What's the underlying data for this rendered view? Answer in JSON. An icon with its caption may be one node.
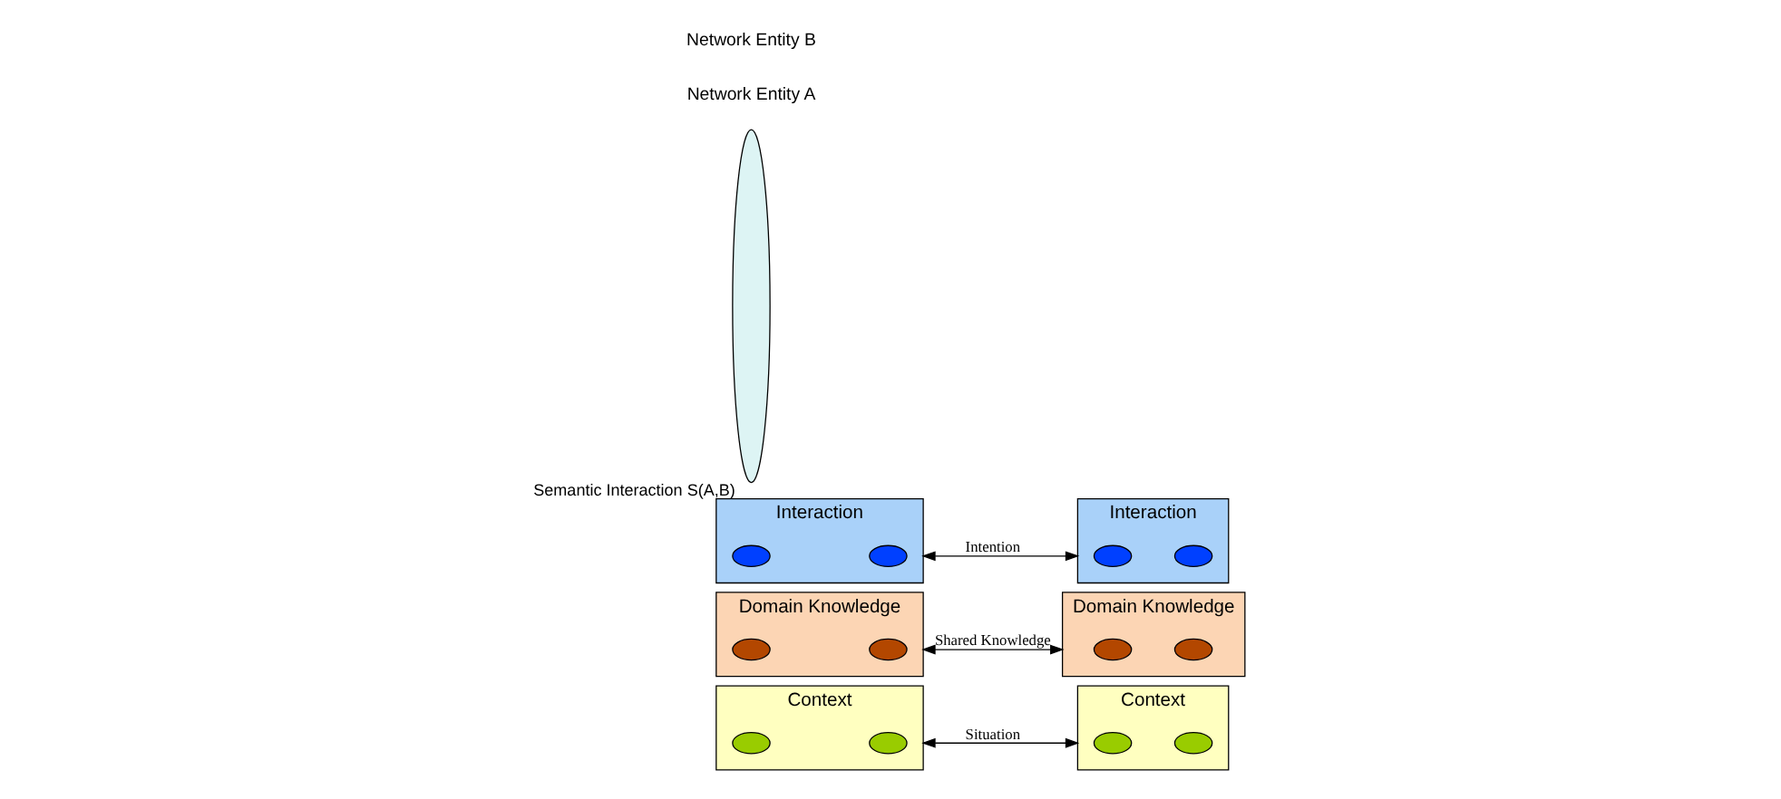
{
  "diagram": {
    "nodes": [
      {
        "text": [
          "Context"
        ]
      },
      {
        "text": [],
        "shape": "ellipse",
        "in": 0
      },
      {
        "text": [],
        "shape": "ellipse",
        "in": 0
      },
      {
        "text": [
          "Domain Knowledge"
        ]
      },
      {
        "text": [],
        "shape": "ellipse",
        "in": 3
      },
      {
        "text": [],
        "shape": "ellipse",
        "in": 3
      },
      {
        "text": [
          "Interaction"
        ]
      },
      {
        "text": [],
        "shape": "ellipse",
        "in": 6
      },
      {
        "text": [],
        "shape": "ellipse",
        "in": 6
      },
      {
        "text": [],
        "shape": "ellipse",
        "beside": [
          "Semantic Interaction S(A,B)"
        ]
      },
      {
        "text": [
          "Context"
        ]
      },
      {
        "text": [],
        "shape": "ellipse",
        "in": 10
      },
      {
        "text": [],
        "shape": "ellipse",
        "in": 10
      },
      {
        "text": [
          "Domain Knowledge"
        ]
      },
      {
        "text": [],
        "shape": "ellipse",
        "in": 13
      },
      {
        "text": [],
        "shape": "ellipse",
        "in": 13
      },
      {
        "text": [
          "Interaction"
        ]
      },
      {
        "text": [],
        "shape": "ellipse",
        "in": 16
      },
      {
        "text": [],
        "shape": "ellipse",
        "in": 16
      }
    ],
    "edges": [
      {
        "from": 0,
        "to": 10,
        "arrow": "both",
        "label": "Situation"
      },
      {
        "from": 3,
        "to": 13,
        "arrow": "both",
        "label": "Shared Knowledge"
      },
      {
        "from": 6,
        "to": 16,
        "arrow": "both",
        "label": "Intention"
      }
    ],
    "labels": [
      "Network Entity A",
      "Network Entity B"
    ]
  }
}
